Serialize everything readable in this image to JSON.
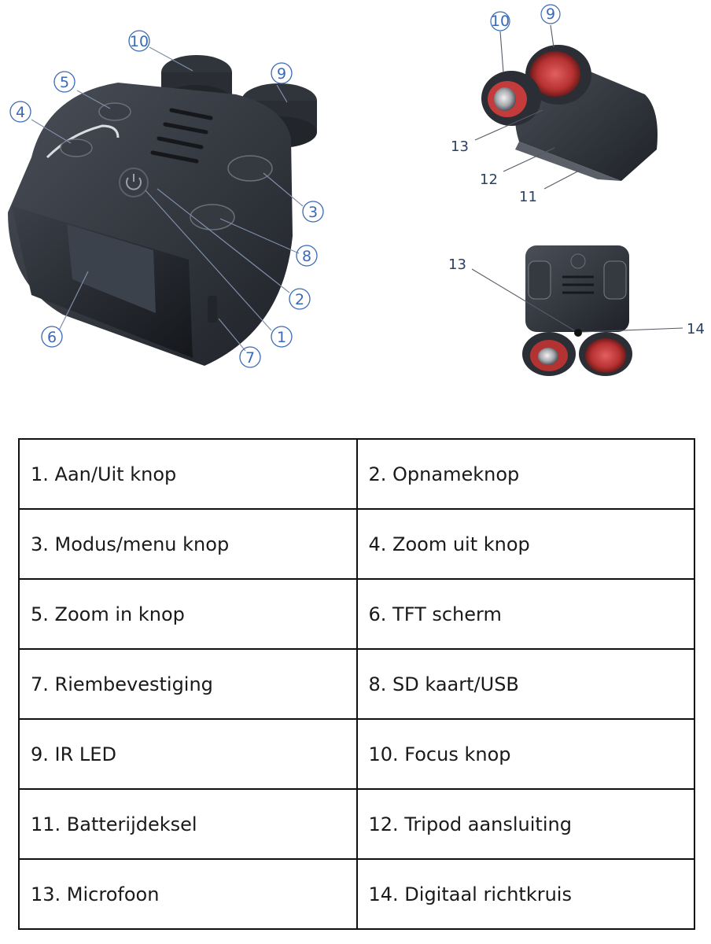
{
  "callouts": {
    "main": [
      "1",
      "2",
      "3",
      "4",
      "5",
      "6",
      "7",
      "8",
      "9",
      "10"
    ],
    "top_right": [
      "9",
      "10",
      "11",
      "12",
      "13"
    ],
    "bottom_right": [
      "13",
      "14"
    ]
  },
  "colors": {
    "callout": "#3a6ab4",
    "body_dark": "#2b2f36",
    "lens_red": "#c43b3b"
  },
  "legend": {
    "rows": [
      [
        "1. Aan/Uit knop",
        "2. Opnameknop"
      ],
      [
        "3. Modus/menu knop",
        "4. Zoom uit knop"
      ],
      [
        "5. Zoom in knop",
        "6. TFT scherm"
      ],
      [
        "7. Riembevestiging",
        "8. SD kaart/USB"
      ],
      [
        "9. IR LED",
        "10. Focus knop"
      ],
      [
        "11. Batterijdeksel",
        "12. Tripod aansluiting"
      ],
      [
        "13. Microfoon",
        "14. Digitaal richtkruis"
      ]
    ]
  }
}
